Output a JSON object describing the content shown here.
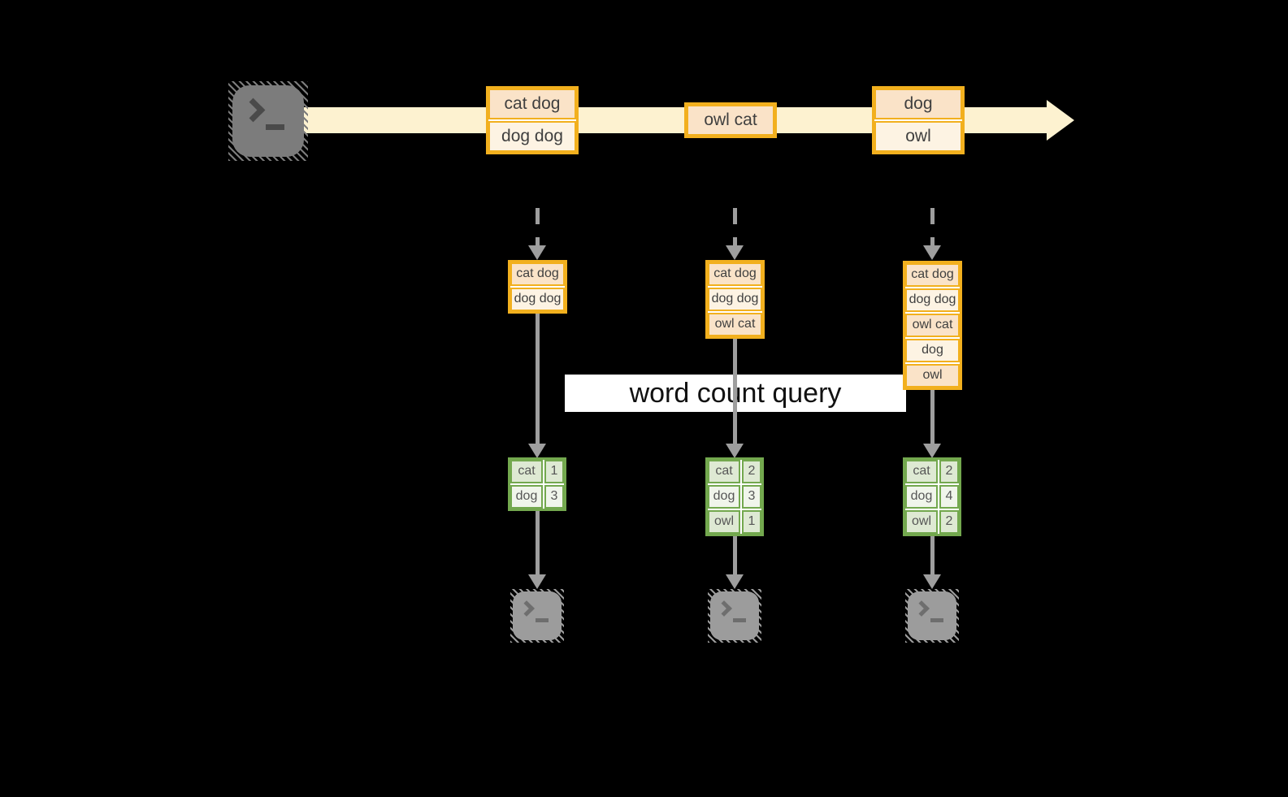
{
  "query_banner": {
    "label": "word count query"
  },
  "stream": {
    "events": [
      {
        "cells": [
          "cat dog",
          "dog dog"
        ]
      },
      {
        "cells": [
          "owl cat"
        ]
      },
      {
        "cells": [
          "dog",
          "owl"
        ]
      }
    ]
  },
  "buffers": [
    {
      "cells": [
        "cat dog",
        "dog dog"
      ]
    },
    {
      "cells": [
        "cat dog",
        "dog dog",
        "owl cat"
      ]
    },
    {
      "cells": [
        "cat dog",
        "dog dog",
        "owl cat",
        "dog",
        "owl"
      ]
    }
  ],
  "count_tables": [
    {
      "rows": [
        {
          "word": "cat",
          "count": "1"
        },
        {
          "word": "dog",
          "count": "3"
        }
      ]
    },
    {
      "rows": [
        {
          "word": "cat",
          "count": "2"
        },
        {
          "word": "dog",
          "count": "3"
        },
        {
          "word": "owl",
          "count": "1"
        }
      ]
    },
    {
      "rows": [
        {
          "word": "cat",
          "count": "2"
        },
        {
          "word": "dog",
          "count": "4"
        },
        {
          "word": "owl",
          "count": "2"
        }
      ]
    }
  ],
  "colors": {
    "amber_border": "#f2b01e",
    "peach_cell": "#fae3c8",
    "cream_cell": "#fdf3e3",
    "stream_band": "#fdf2d0",
    "green_border": "#73a84e",
    "green_cell_dark": "#dee9d3",
    "green_cell_light": "#f0f5eb",
    "connector_gray": "#9e9e9e",
    "background": "#000000"
  }
}
